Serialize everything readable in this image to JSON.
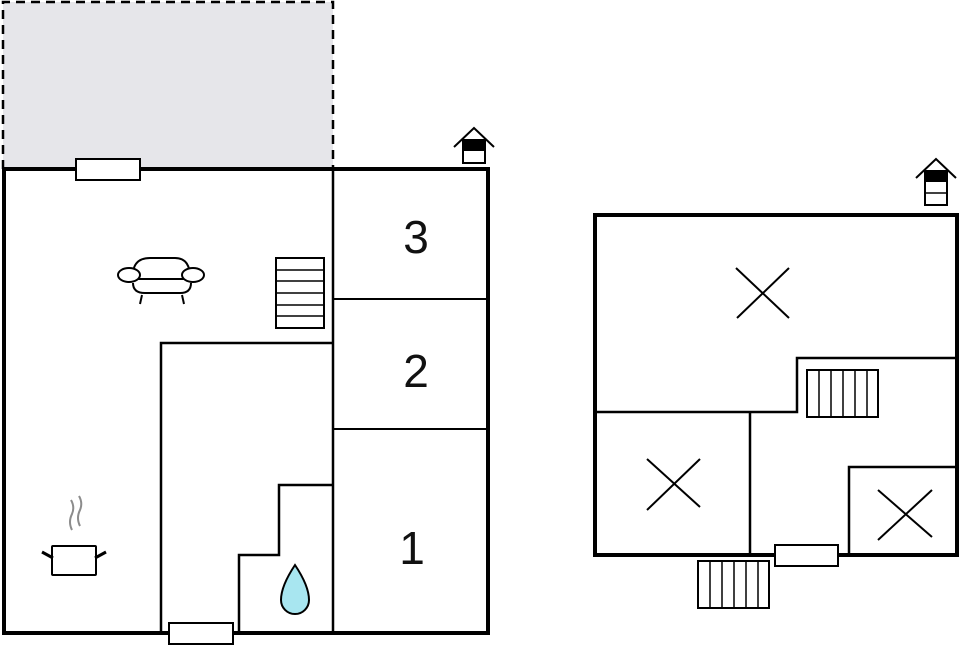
{
  "diagram": {
    "type": "floor-plan",
    "colors": {
      "wall": "#000000",
      "terrace_fill": "#e6e6ea",
      "water_drop": "#a8e6f0",
      "steam": "#8c8c8c",
      "background": "#ffffff"
    },
    "ground_floor": {
      "terrace": "dashed outdoor area",
      "rooms": [
        {
          "label": "3",
          "type": "bedroom"
        },
        {
          "label": "2",
          "type": "bedroom"
        },
        {
          "label": "1",
          "type": "bedroom"
        }
      ],
      "icons": [
        "living-room-sofa-icon",
        "stairs-icon",
        "kitchen-pot-icon",
        "bathroom-water-drop-icon",
        "floor-level-icon"
      ]
    },
    "upper_floor": {
      "rooms": [
        "room-x-large",
        "room-x-left",
        "room-x-small"
      ],
      "icons": [
        "stairs-icon",
        "exterior-stairs-icon",
        "floor-level-icon"
      ]
    }
  }
}
